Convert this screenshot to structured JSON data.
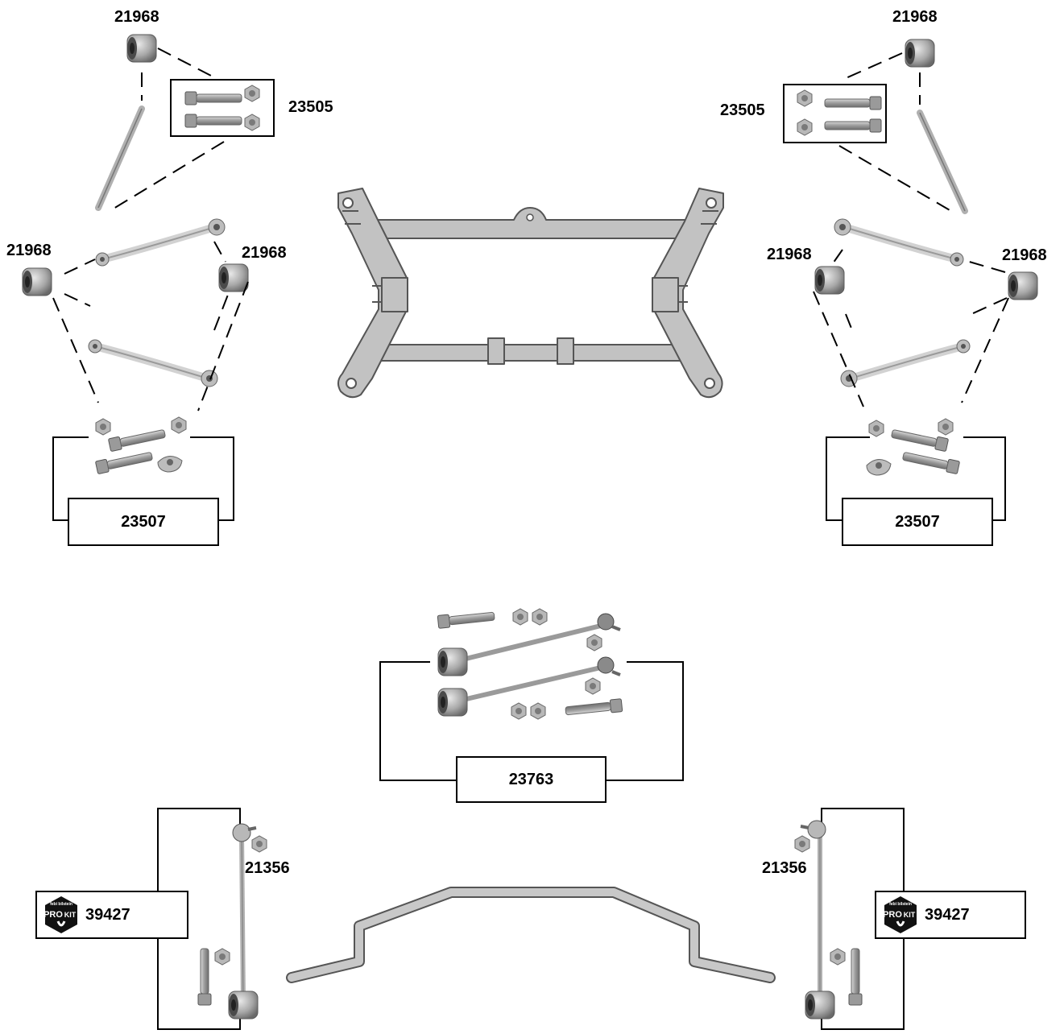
{
  "colors": {
    "part_fill": "#c4c4c4",
    "part_stroke": "#5a5a5a",
    "frame_fill": "#c2c2c2",
    "line": "#000000"
  },
  "labels": {
    "bushing_top_left": "21968",
    "bushing_top_right": "21968",
    "bushing_mid_left_outer": "21968",
    "bushing_mid_left_inner": "21968",
    "bushing_mid_right_inner": "21968",
    "bushing_mid_right_outer": "21968",
    "bolt_kit_upper_left": "23505",
    "bolt_kit_upper_right": "23505",
    "bolt_kit_lower_left": "23507",
    "bolt_kit_lower_right": "23507",
    "stabilizer_link_kit": "23763",
    "link_left": "21356",
    "link_right": "21356",
    "prokit_left": "39427",
    "prokit_right": "39427"
  },
  "badge": {
    "brand": "febi bilstein",
    "text": "PRO",
    "suffix": "KIT"
  },
  "icons": [
    "bushing-icon",
    "bolt-icon",
    "nut-icon",
    "control-arm-icon",
    "subframe-icon",
    "stabilizer-bar-icon",
    "stabilizer-link-icon",
    "prokit-badge-icon"
  ]
}
